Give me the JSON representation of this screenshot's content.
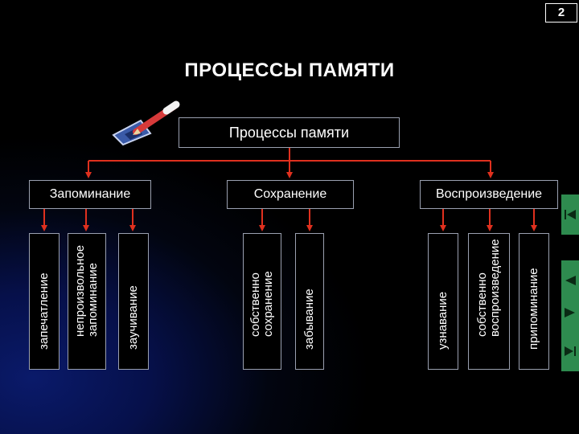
{
  "page_number": "2",
  "title": "ПРОЦЕССЫ ПАМЯТИ",
  "root": "Процессы памяти",
  "categories": [
    "Запоминание",
    "Сохранение",
    "Воспроизведение"
  ],
  "leaves": {
    "memorization": [
      "запечатление",
      "непроизвольное\nзапоминание",
      "заучивание"
    ],
    "retention": [
      "собственно\nсохранение",
      "забывание"
    ],
    "reproduction": [
      "узнавание",
      "собственно\nвоспроизведение",
      "припоминание"
    ]
  },
  "colors": {
    "connector": "#e0301e",
    "nav": "#2e8b4f",
    "border": "#9aa0b0"
  },
  "icons": [
    "pencil-icon",
    "first-slide-icon",
    "previous-slide-icon",
    "next-slide-icon",
    "last-slide-icon"
  ]
}
